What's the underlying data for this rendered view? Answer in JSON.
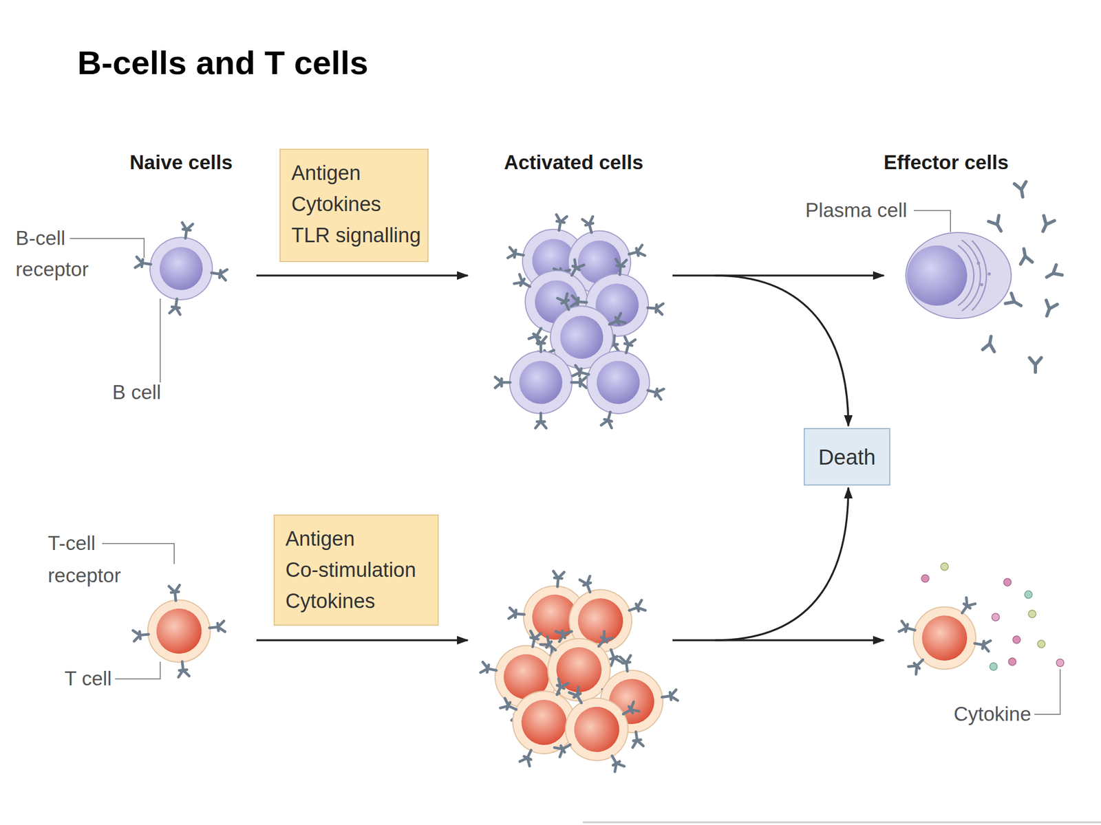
{
  "diagram": {
    "title": "B-cells and T cells",
    "nodes": [
      {
        "text": [
          "Antigen",
          "Cytokines",
          "TLR signalling"
        ]
      },
      {
        "text": [
          "Death"
        ]
      },
      {
        "text": [
          "Antigen",
          "Co-stimulation",
          "Cytokines"
        ]
      }
    ],
    "labels": [
      "Naive cells",
      "Activated cells",
      "Effector cells",
      "B-cell receptor",
      "B cell",
      "Plasma cell",
      "T-cell receptor",
      "T cell",
      "Cytokine"
    ]
  }
}
